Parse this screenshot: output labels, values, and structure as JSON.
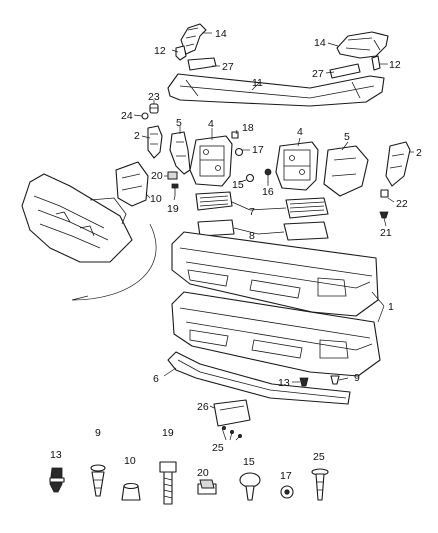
{
  "diagram": {
    "callouts": [
      {
        "id": "c14a",
        "text": "14"
      },
      {
        "id": "c12a",
        "text": "12"
      },
      {
        "id": "c27a",
        "text": "27"
      },
      {
        "id": "c14b",
        "text": "14"
      },
      {
        "id": "c27b",
        "text": "27"
      },
      {
        "id": "c12b",
        "text": "12"
      },
      {
        "id": "c11",
        "text": "11"
      },
      {
        "id": "c23",
        "text": "23"
      },
      {
        "id": "c24",
        "text": "24"
      },
      {
        "id": "c2a",
        "text": "2"
      },
      {
        "id": "c5a",
        "text": "5"
      },
      {
        "id": "c4a",
        "text": "4"
      },
      {
        "id": "c18",
        "text": "18"
      },
      {
        "id": "c17a",
        "text": "17"
      },
      {
        "id": "c4b",
        "text": "4"
      },
      {
        "id": "c5b",
        "text": "5"
      },
      {
        "id": "c2b",
        "text": "2"
      },
      {
        "id": "c20a",
        "text": "20"
      },
      {
        "id": "c10a",
        "text": "10"
      },
      {
        "id": "c19a",
        "text": "19"
      },
      {
        "id": "c15a",
        "text": "15"
      },
      {
        "id": "c16",
        "text": "16"
      },
      {
        "id": "c7",
        "text": "7"
      },
      {
        "id": "c22",
        "text": "22"
      },
      {
        "id": "c21",
        "text": "21"
      },
      {
        "id": "c8",
        "text": "8"
      },
      {
        "id": "c1",
        "text": "1"
      },
      {
        "id": "c6",
        "text": "6"
      },
      {
        "id": "c13a",
        "text": "13"
      },
      {
        "id": "c9a",
        "text": "9"
      },
      {
        "id": "c26",
        "text": "26"
      },
      {
        "id": "c25a",
        "text": "25"
      },
      {
        "id": "c13b",
        "text": "13"
      },
      {
        "id": "c9b",
        "text": "9"
      },
      {
        "id": "c10b",
        "text": "10"
      },
      {
        "id": "c19b",
        "text": "19"
      },
      {
        "id": "c20b",
        "text": "20"
      },
      {
        "id": "c15b",
        "text": "15"
      },
      {
        "id": "c17b",
        "text": "17"
      },
      {
        "id": "c25b",
        "text": "25"
      }
    ]
  }
}
